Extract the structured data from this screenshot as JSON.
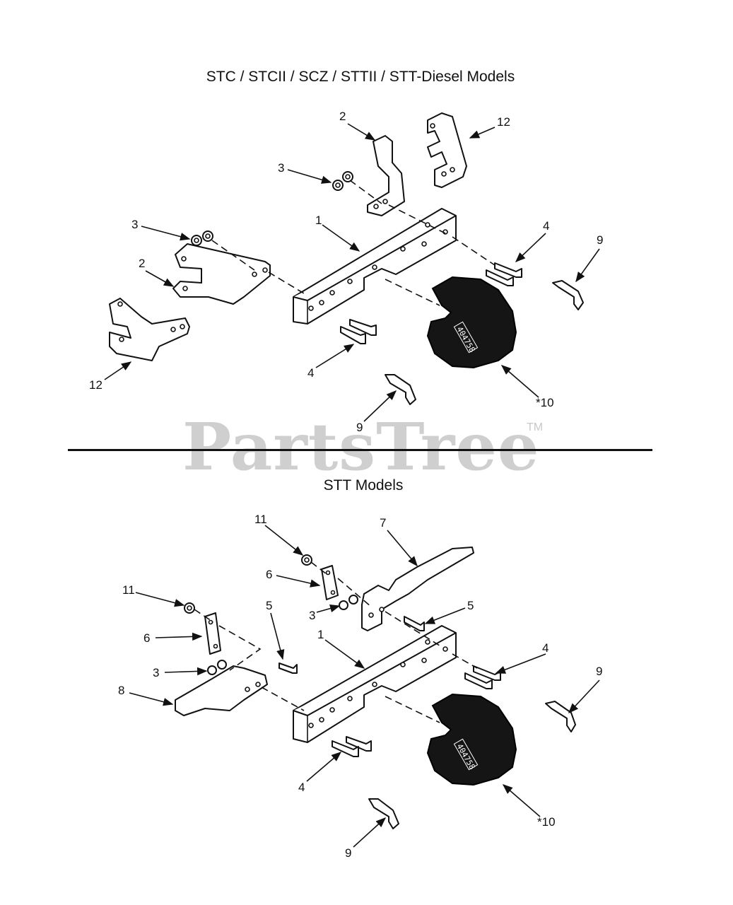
{
  "titles": {
    "top": "STC / STCII / SCZ / STTII / STT-Diesel Models",
    "bottom": "STT Models"
  },
  "watermark": {
    "text": "PartsTree",
    "trademark": "TM",
    "color": "#cfcfcf"
  },
  "weight_stamp": "404758",
  "colors": {
    "ink": "#111111",
    "weight_fill": "#151515",
    "background": "#ffffff"
  },
  "callouts_top": [
    {
      "label": "2"
    },
    {
      "label": "12"
    },
    {
      "label": "3"
    },
    {
      "label": "3"
    },
    {
      "label": "1"
    },
    {
      "label": "4"
    },
    {
      "label": "9"
    },
    {
      "label": "2"
    },
    {
      "label": "12"
    },
    {
      "label": "4"
    },
    {
      "label": "*10"
    },
    {
      "label": "9"
    }
  ],
  "callouts_bottom": [
    {
      "label": "11"
    },
    {
      "label": "7"
    },
    {
      "label": "6"
    },
    {
      "label": "11"
    },
    {
      "label": "5"
    },
    {
      "label": "3"
    },
    {
      "label": "5"
    },
    {
      "label": "1"
    },
    {
      "label": "6"
    },
    {
      "label": "4"
    },
    {
      "label": "9"
    },
    {
      "label": "3"
    },
    {
      "label": "8"
    },
    {
      "label": "4"
    },
    {
      "label": "*10"
    },
    {
      "label": "9"
    }
  ]
}
